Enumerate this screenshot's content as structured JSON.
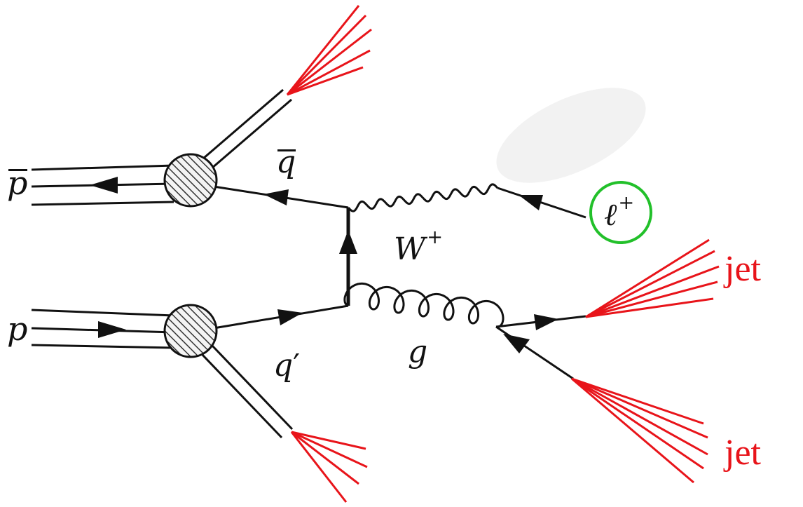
{
  "labels": {
    "antiproton": "p",
    "proton": "p",
    "antiquark": "q",
    "quark_prime_base": "q",
    "quark_prime_mark": "′",
    "w_boson_base": "W",
    "w_boson_charge": "+",
    "gluon": "g",
    "lepton_base": "ℓ",
    "lepton_charge": "+",
    "jet_upper": "jet",
    "jet_lower": "jet"
  },
  "colors": {
    "line": "#111111",
    "jet": "#e8141a",
    "lepton_circle": "#22c02a",
    "blob_fill": "#f3f3f3"
  }
}
